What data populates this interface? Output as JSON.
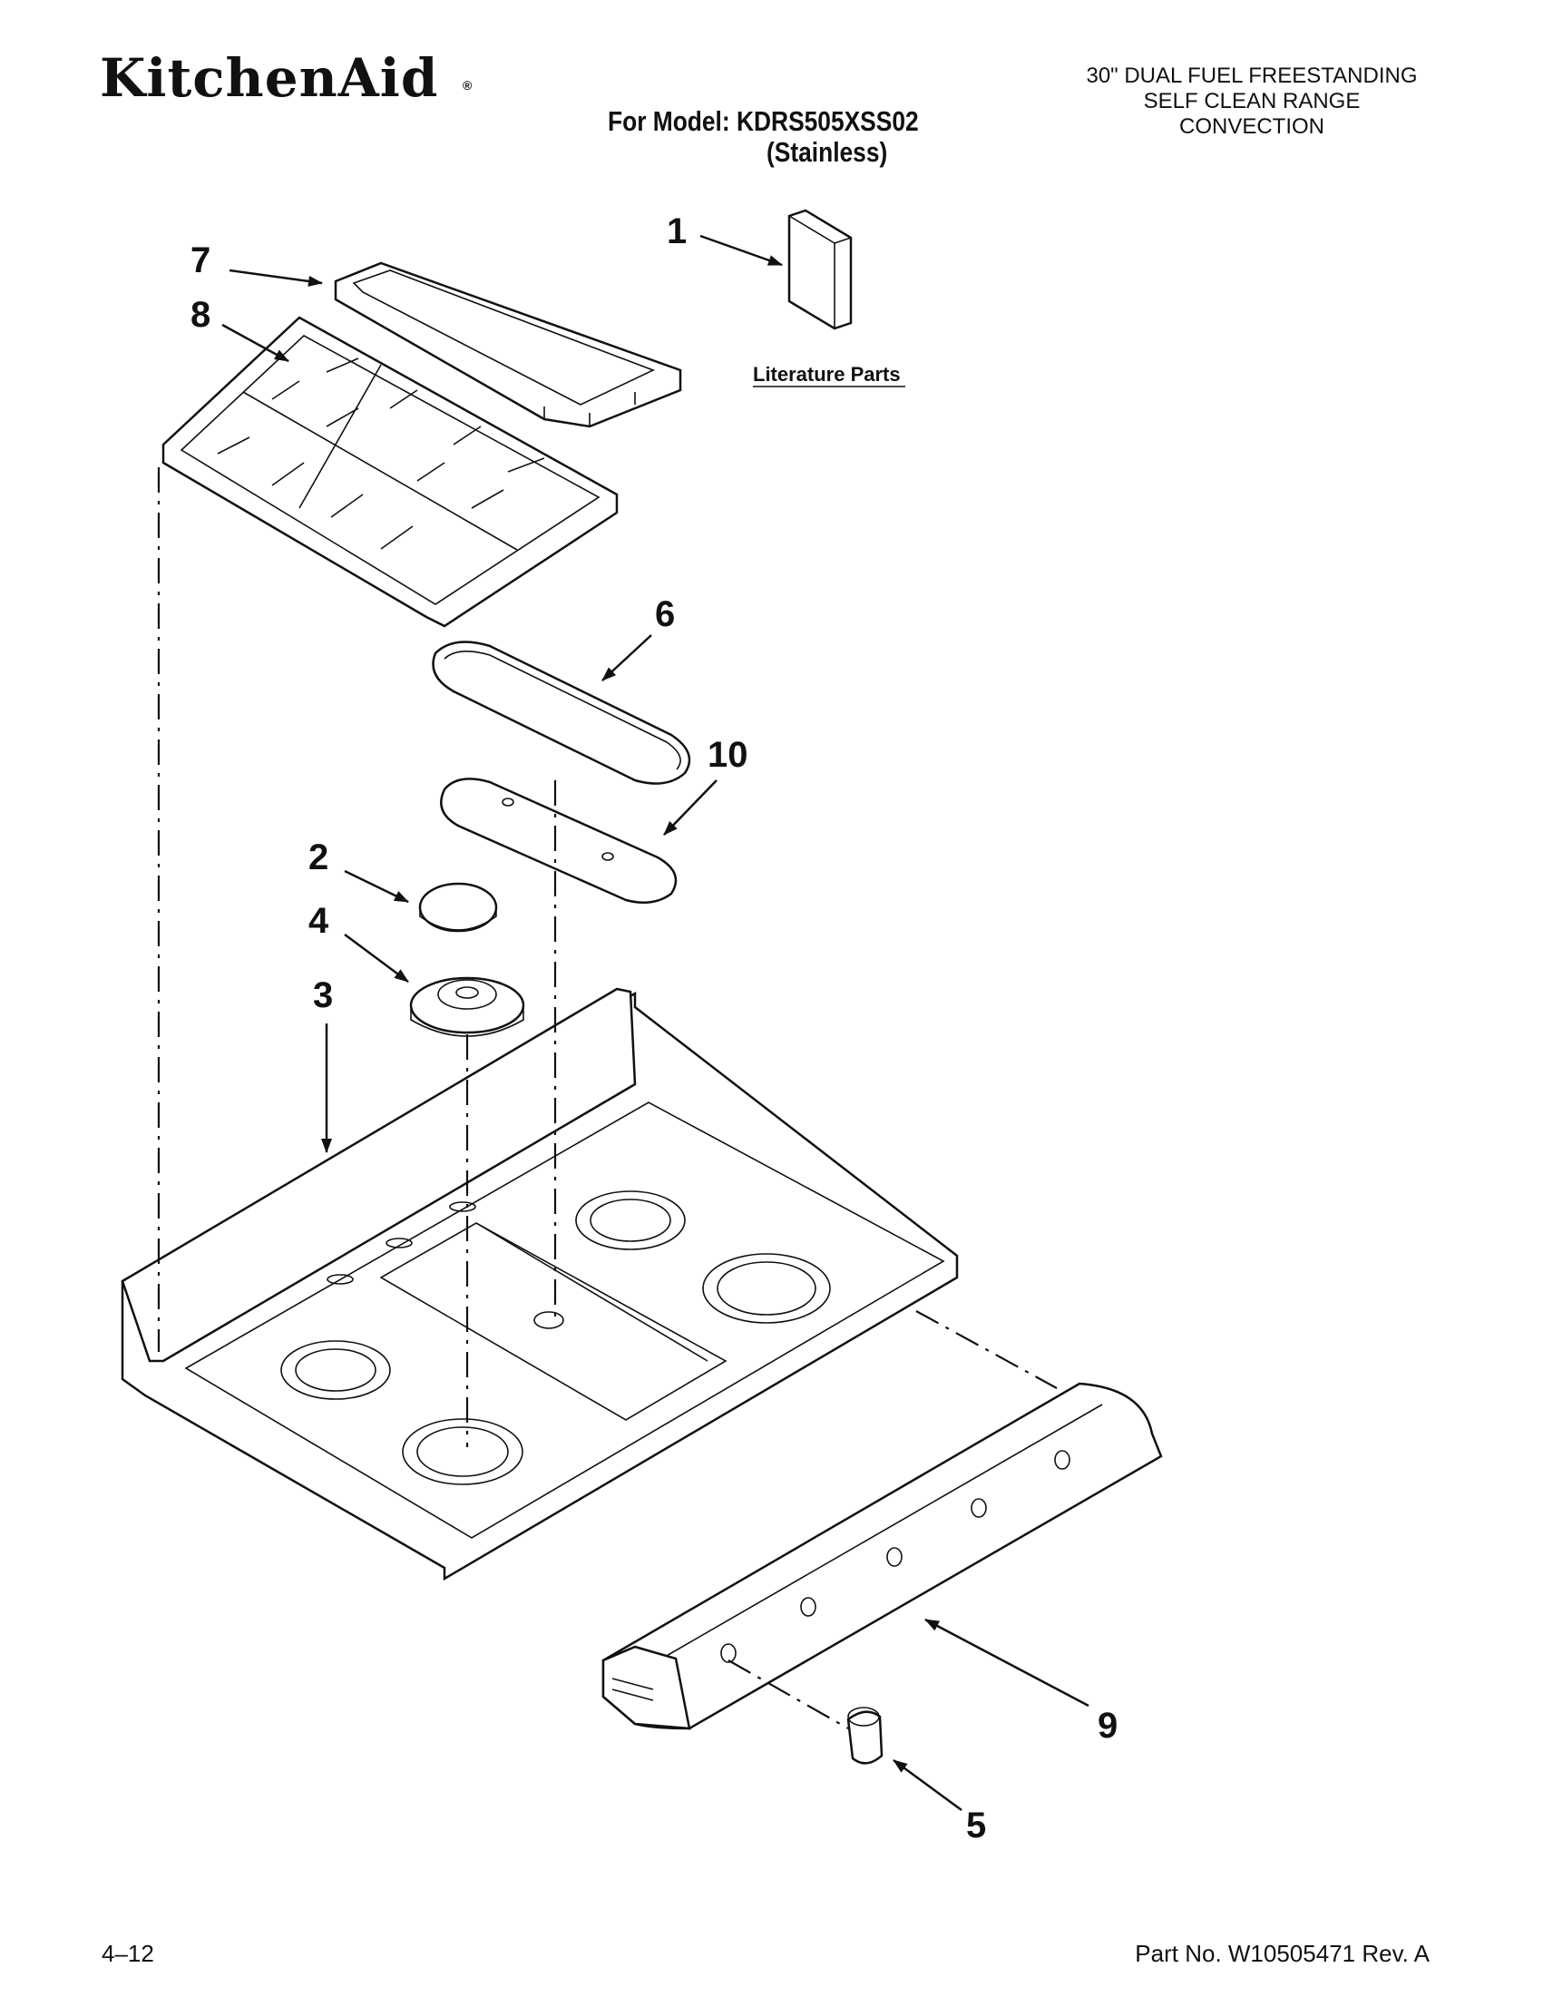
{
  "header": {
    "brand": "KitchenAid",
    "brand_mark": "®",
    "model_line": "For Model: KDRS505XSS02",
    "variant": "(Stainless)",
    "description": [
      "30\" DUAL FUEL FREESTANDING",
      "SELF CLEAN RANGE",
      "CONVECTION"
    ]
  },
  "diagram": {
    "callouts": [
      "1",
      "2",
      "3",
      "4",
      "5",
      "6",
      "7",
      "8",
      "9",
      "10"
    ],
    "literature_label": "Literature Parts"
  },
  "footer": {
    "page": "4–12",
    "part_number": "Part No. W10505471 Rev. A"
  }
}
